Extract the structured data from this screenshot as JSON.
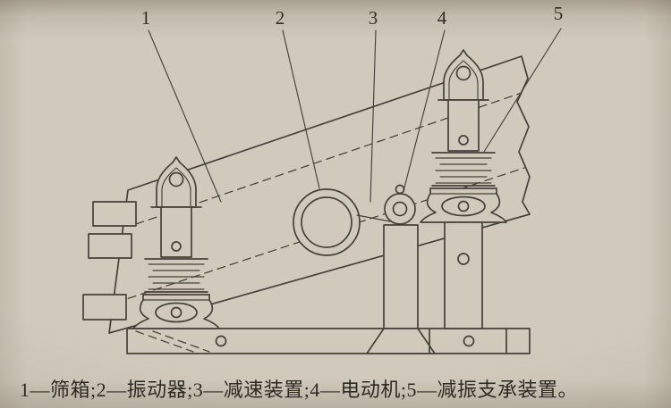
{
  "callouts": [
    {
      "label": "1",
      "part": "筛箱"
    },
    {
      "label": "2",
      "part": "振动器"
    },
    {
      "label": "3",
      "part": "减速装置"
    },
    {
      "label": "4",
      "part": "电动机"
    },
    {
      "label": "5",
      "part": "减振支承装置"
    }
  ],
  "caption": {
    "text": "1—筛箱;2—振动器;3—减速装置;4—电动机;5—减振支承装置。"
  },
  "colors": {
    "paper": "#d1cabc",
    "line": "#45413a",
    "text": "#2b2823"
  }
}
